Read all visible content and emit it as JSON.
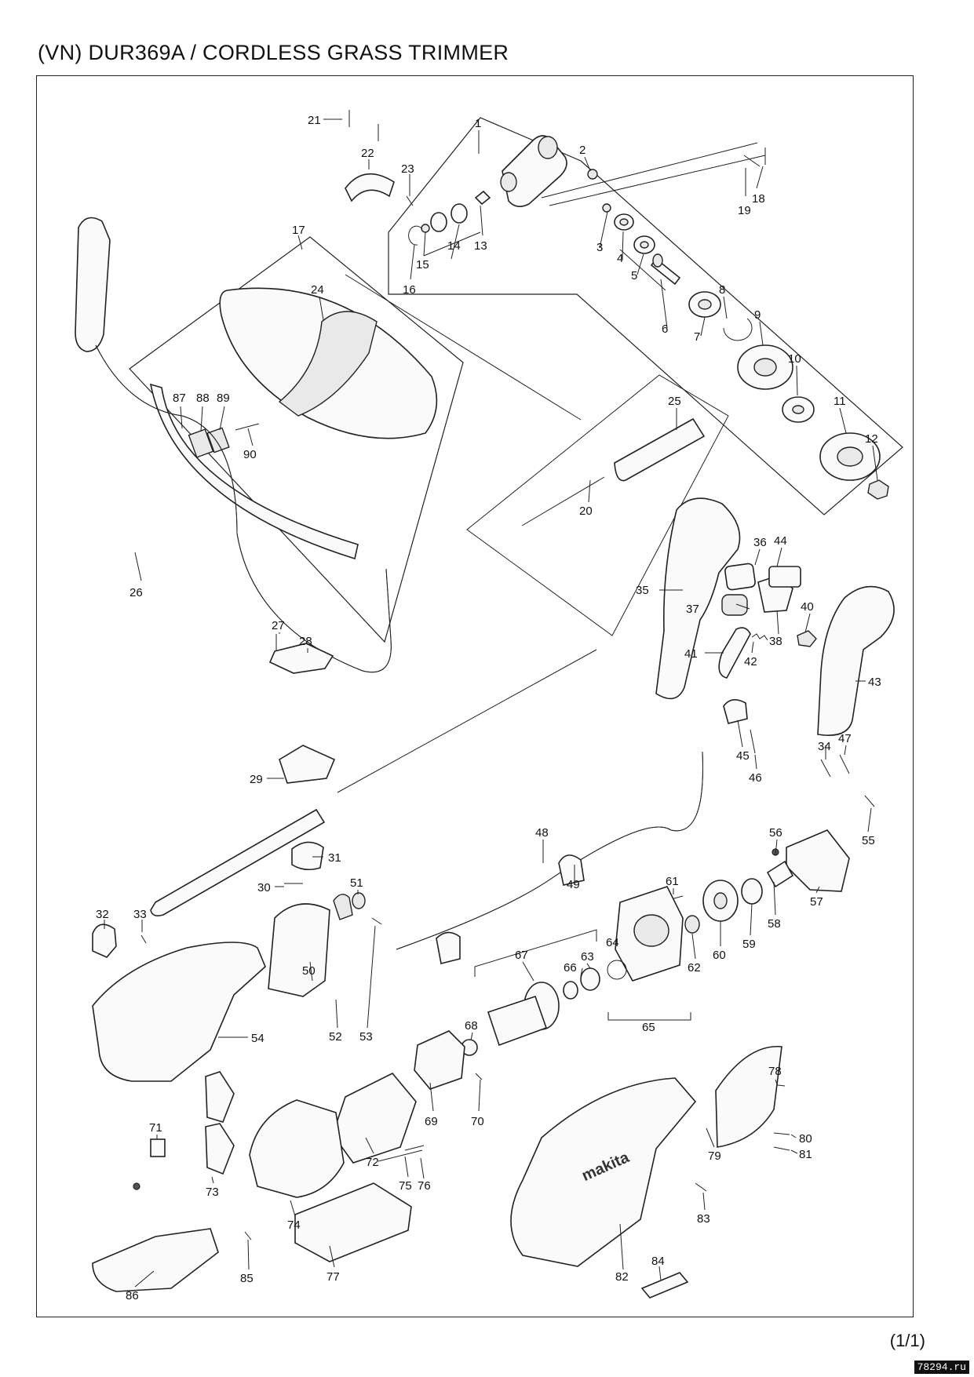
{
  "header": {
    "title": "(VN) DUR369A / CORDLESS GRASS TRIMMER"
  },
  "footer": {
    "page_indicator": "(1/1)",
    "watermark": "78294.ru"
  },
  "parts": [
    {
      "id": "1"
    },
    {
      "id": "2"
    },
    {
      "id": "3"
    },
    {
      "id": "4"
    },
    {
      "id": "5"
    },
    {
      "id": "6"
    },
    {
      "id": "7"
    },
    {
      "id": "8"
    },
    {
      "id": "9"
    },
    {
      "id": "10"
    },
    {
      "id": "11"
    },
    {
      "id": "12"
    },
    {
      "id": "13"
    },
    {
      "id": "14"
    },
    {
      "id": "15"
    },
    {
      "id": "16"
    },
    {
      "id": "17"
    },
    {
      "id": "18"
    },
    {
      "id": "19"
    },
    {
      "id": "20"
    },
    {
      "id": "21"
    },
    {
      "id": "22"
    },
    {
      "id": "23"
    },
    {
      "id": "24"
    },
    {
      "id": "25"
    },
    {
      "id": "26"
    },
    {
      "id": "27"
    },
    {
      "id": "28"
    },
    {
      "id": "29"
    },
    {
      "id": "30"
    },
    {
      "id": "31"
    },
    {
      "id": "32"
    },
    {
      "id": "33"
    },
    {
      "id": "34"
    },
    {
      "id": "35"
    },
    {
      "id": "36"
    },
    {
      "id": "37"
    },
    {
      "id": "38"
    },
    {
      "id": "40"
    },
    {
      "id": "41"
    },
    {
      "id": "42"
    },
    {
      "id": "43"
    },
    {
      "id": "44"
    },
    {
      "id": "45"
    },
    {
      "id": "46"
    },
    {
      "id": "47"
    },
    {
      "id": "48"
    },
    {
      "id": "49"
    },
    {
      "id": "50"
    },
    {
      "id": "51"
    },
    {
      "id": "52"
    },
    {
      "id": "53"
    },
    {
      "id": "54"
    },
    {
      "id": "55"
    },
    {
      "id": "56"
    },
    {
      "id": "57"
    },
    {
      "id": "58"
    },
    {
      "id": "59"
    },
    {
      "id": "60"
    },
    {
      "id": "61"
    },
    {
      "id": "62"
    },
    {
      "id": "63"
    },
    {
      "id": "64"
    },
    {
      "id": "65"
    },
    {
      "id": "66"
    },
    {
      "id": "67"
    },
    {
      "id": "68"
    },
    {
      "id": "69"
    },
    {
      "id": "70"
    },
    {
      "id": "71"
    },
    {
      "id": "72"
    },
    {
      "id": "73"
    },
    {
      "id": "74"
    },
    {
      "id": "75"
    },
    {
      "id": "76"
    },
    {
      "id": "77"
    },
    {
      "id": "78"
    },
    {
      "id": "79"
    },
    {
      "id": "80"
    },
    {
      "id": "81"
    },
    {
      "id": "82"
    },
    {
      "id": "83"
    },
    {
      "id": "84"
    },
    {
      "id": "85"
    },
    {
      "id": "86"
    },
    {
      "id": "87"
    },
    {
      "id": "88"
    },
    {
      "id": "89"
    },
    {
      "id": "90"
    }
  ],
  "logo": {
    "text": "makita"
  }
}
